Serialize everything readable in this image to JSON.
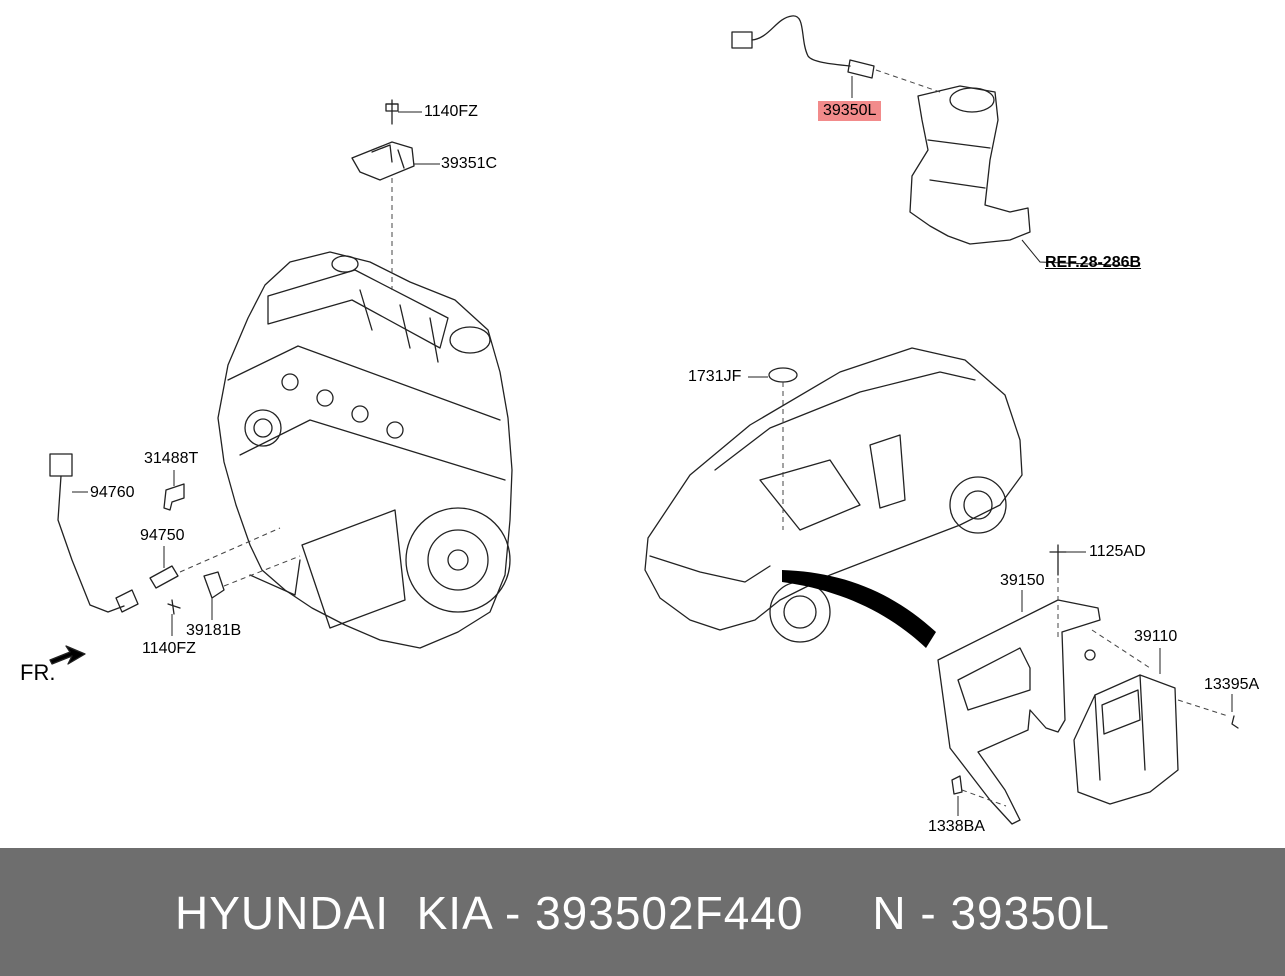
{
  "labels": {
    "l_1140fz_top": "1140FZ",
    "l_39351c": "39351C",
    "l_39350l": "39350L",
    "l_ref": "REF.28-286B",
    "l_1731jf": "1731JF",
    "l_31488t": "31488T",
    "l_94760": "94760",
    "l_94750": "94750",
    "l_39181b": "39181B",
    "l_1140fz_bottom": "1140FZ",
    "l_fr": "FR.",
    "l_1125ad": "1125AD",
    "l_39150": "39150",
    "l_39110": "39110",
    "l_13395a": "13395A",
    "l_1338ba": "1338BA"
  },
  "highlight_color": "#f28b8b",
  "footer": {
    "text": "HYUNDAI  KIA - 393502F440     N - 39350L",
    "background": "#6e6e6e"
  }
}
